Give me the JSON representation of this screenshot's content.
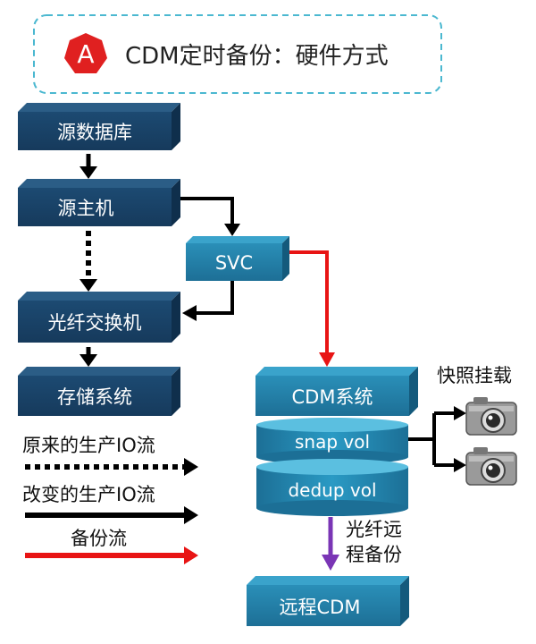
{
  "header": {
    "badge_letter": "A",
    "title": "CDM定时备份：硬件方式"
  },
  "nodes": {
    "source_db": "源数据库",
    "source_host": "源主机",
    "svc": "SVC",
    "fc_switch": "光纤交换机",
    "storage": "存储系统",
    "cdm_system": "CDM系统",
    "snap_vol": "snap vol",
    "dedup_vol": "dedup vol",
    "remote_cdm": "远程CDM"
  },
  "labels": {
    "snapshot_mount": "快照挂载",
    "fc_remote_backup_line1": "光纤远",
    "fc_remote_backup_line2": "程备份"
  },
  "legend": {
    "original_io": "原来的生产IO流",
    "changed_io": "改变的生产IO流",
    "backup_flow": "备份流"
  },
  "colors": {
    "box_dark": "#1f4a6e",
    "box_teal": "#1f7ea6",
    "badge_red": "#e02020",
    "backup_red": "#e81414",
    "remote_purple": "#7a35b5",
    "dashed_border": "#4bb8d0"
  },
  "icons": [
    "camera-icon",
    "camera-icon"
  ]
}
